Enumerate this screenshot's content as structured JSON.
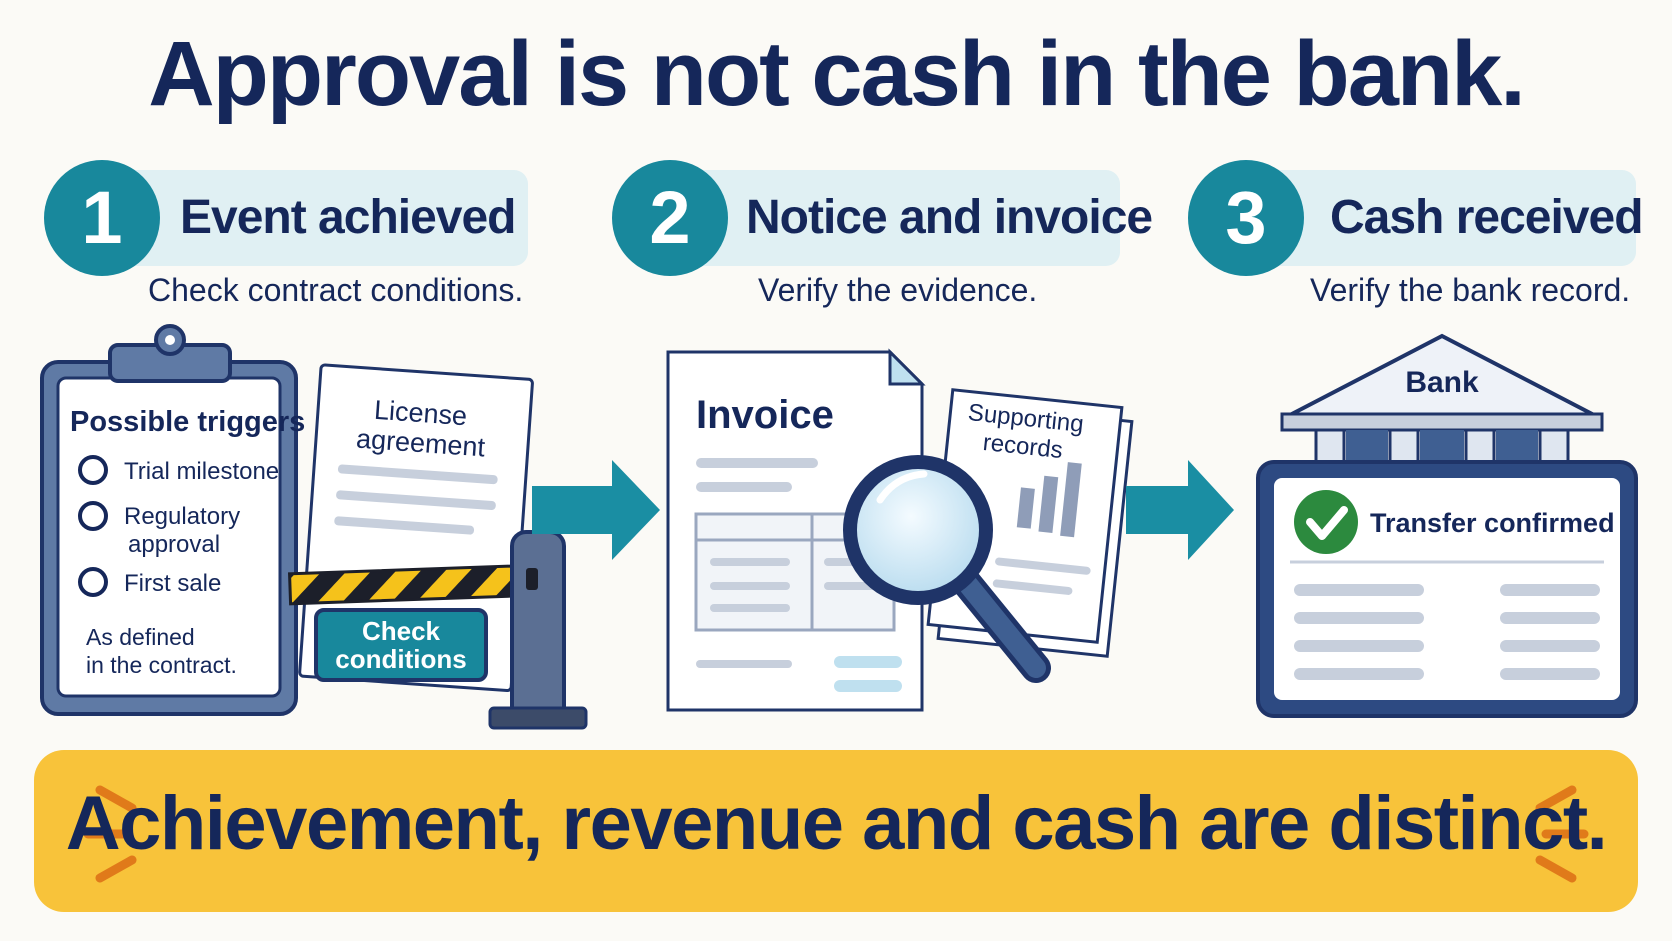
{
  "title": "Approval is not cash in the bank.",
  "steps": [
    {
      "number": "1",
      "title": "Event achieved",
      "subtitle": "Check contract conditions."
    },
    {
      "number": "2",
      "title": "Notice and invoice",
      "subtitle": "Verify the evidence."
    },
    {
      "number": "3",
      "title": "Cash received",
      "subtitle": "Verify the bank record."
    }
  ],
  "clipboard": {
    "heading": "Possible triggers",
    "items": [
      "Trial milestone",
      "Regulatory",
      "approval",
      "First sale"
    ],
    "note_lines": [
      "As defined",
      "in the contract."
    ]
  },
  "license_doc": {
    "lines": [
      "License",
      "agreement"
    ]
  },
  "gate_sign": {
    "lines": [
      "Check",
      "conditions"
    ]
  },
  "invoice_doc": {
    "title": "Invoice"
  },
  "supporting_doc": {
    "lines": [
      "Supporting",
      "records"
    ]
  },
  "bank": {
    "label": "Bank",
    "status": "Transfer confirmed"
  },
  "banner": {
    "text": "Achievement, revenue and cash are distinct."
  },
  "colors": {
    "navy": "#15275a",
    "teal": "#18889c",
    "pill": "#e0f0f3",
    "yellow": "#f8c33a",
    "green": "#2c8a3e",
    "accent_orange": "#e07a1a"
  }
}
